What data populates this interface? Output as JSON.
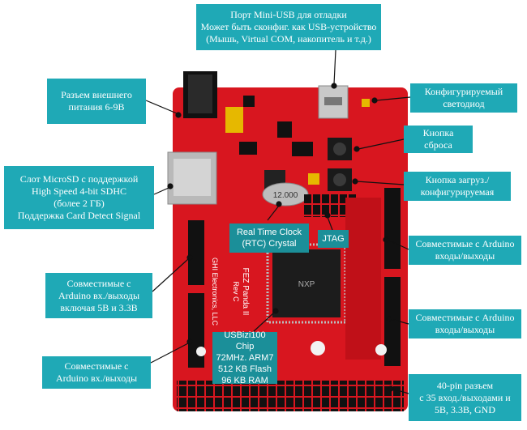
{
  "callouts": {
    "mini_usb": "Порт Mini-USB для отладки\nМожет быть сконфиг. как USB-устройство\n(Мышь, Virtual COM, накопитель и т.д.)",
    "power_jack": "Разъем внешнего\nпитания 6-9В",
    "config_led": "Конфигурируемый\nсветодиод",
    "reset_button": "Кнопка\nсброса",
    "boot_button": "Кнопка  загруз./\nконфигурируемая",
    "microsd": "Слот MicroSD с поддержкой\nHigh Speed 4-bit SDHC\n(более 2 ГБ)\nПоддержка Card Detect Signal",
    "arduino_io_right_1": "Совместимые с Arduino\nвходы/выходы",
    "arduino_io_left_1": "Совместимые с\nArduino вх./выходы\nвключая 5В и 3.3В",
    "arduino_io_right_2": "Совместимые с Arduino\nвходы/выходы",
    "arduino_io_left_2": "Совместимые с\nArduino вх./выходы",
    "header_40pin": "40-pin разъем\nс 35 вход./выходами и\n5В, 3.3В, GND",
    "rtc": "Real Time Clock\n(RTC) Crystal",
    "jtag": "JTAG",
    "chip": "USBizi100 Chip\n72MHz. ARM7\n512 KB Flash\n96 KB RAM"
  },
  "board": {
    "crystal_label": "12.000",
    "chip_label": "NXP",
    "silk_brand": "GHI Electronics, LLC",
    "silk_model": "FEZ Panda II",
    "silk_rev": "Rev C"
  },
  "colors": {
    "callout_bg": "#1fa9b6",
    "board_red": "#d8161f",
    "overlay_bg": "#1b8f99"
  }
}
